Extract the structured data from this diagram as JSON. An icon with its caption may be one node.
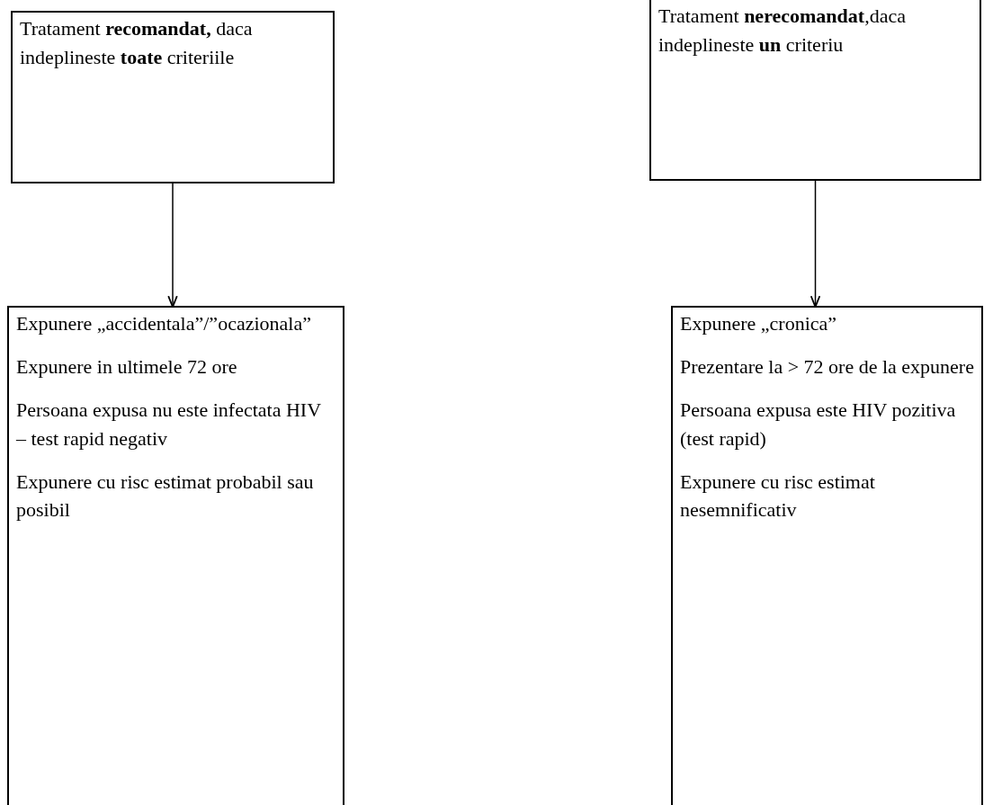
{
  "diagram": {
    "nodes": [
      {
        "text": [
          "Tratament **recomandat,** daca indeplineste **toate** criteriile"
        ]
      },
      {
        "text": [
          "Tratament **nerecomandat**,daca indeplineste **un** criteriu"
        ]
      },
      {
        "text": [
          "Expunere „accidentala”/”ocazionala”",
          "Expunere in ultimele 72 ore",
          "Persoana expusa nu este infectata HIV – test rapid negativ",
          "Expunere cu risc estimat probabil sau posibil"
        ]
      },
      {
        "text": [
          "Expunere „cronica”",
          "Prezentare la > 72 ore de la expunere",
          "Persoana expusa este HIV pozitiva (test rapid)",
          "Expunere cu risc estimat nesemnificativ"
        ]
      }
    ],
    "edges": [
      {
        "from": 0,
        "to": 2,
        "arrow": "to"
      },
      {
        "from": 1,
        "to": 3,
        "arrow": "to"
      }
    ]
  }
}
